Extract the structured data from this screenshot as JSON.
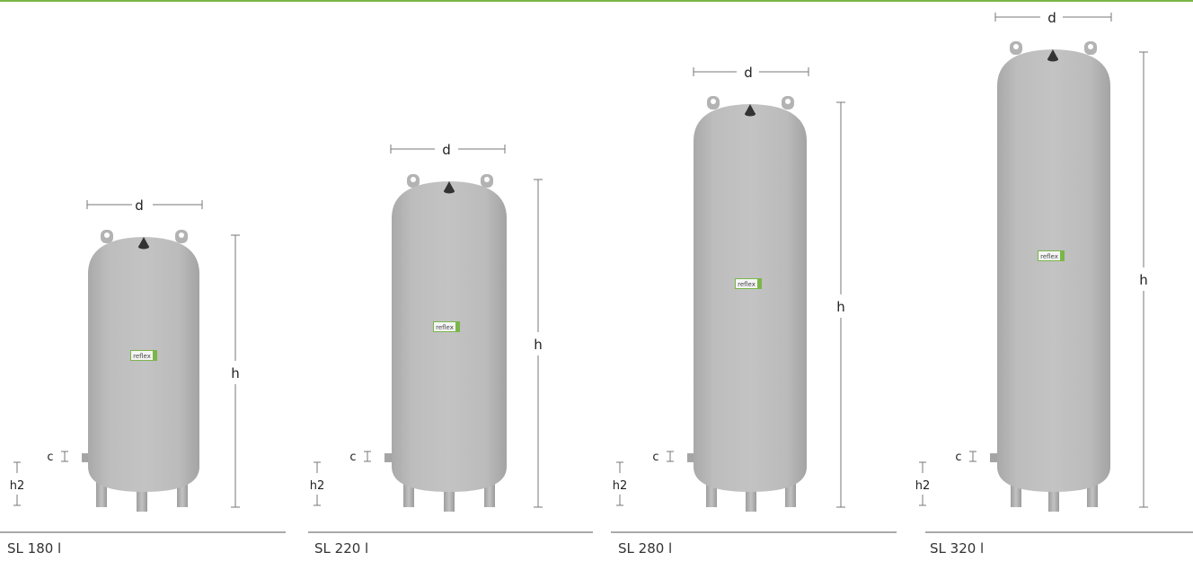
{
  "dimension_labels": {
    "diameter": "d",
    "height": "h",
    "connection": "c",
    "foot_height": "h2"
  },
  "brand_label": "reflex",
  "brand_color": "#7ab648",
  "vessel_color": "#b9b9b9",
  "vessels": [
    {
      "label": "SL 180 l"
    },
    {
      "label": "SL 220 l"
    },
    {
      "label": "SL 280 l"
    },
    {
      "label": "SL 320 l"
    }
  ]
}
